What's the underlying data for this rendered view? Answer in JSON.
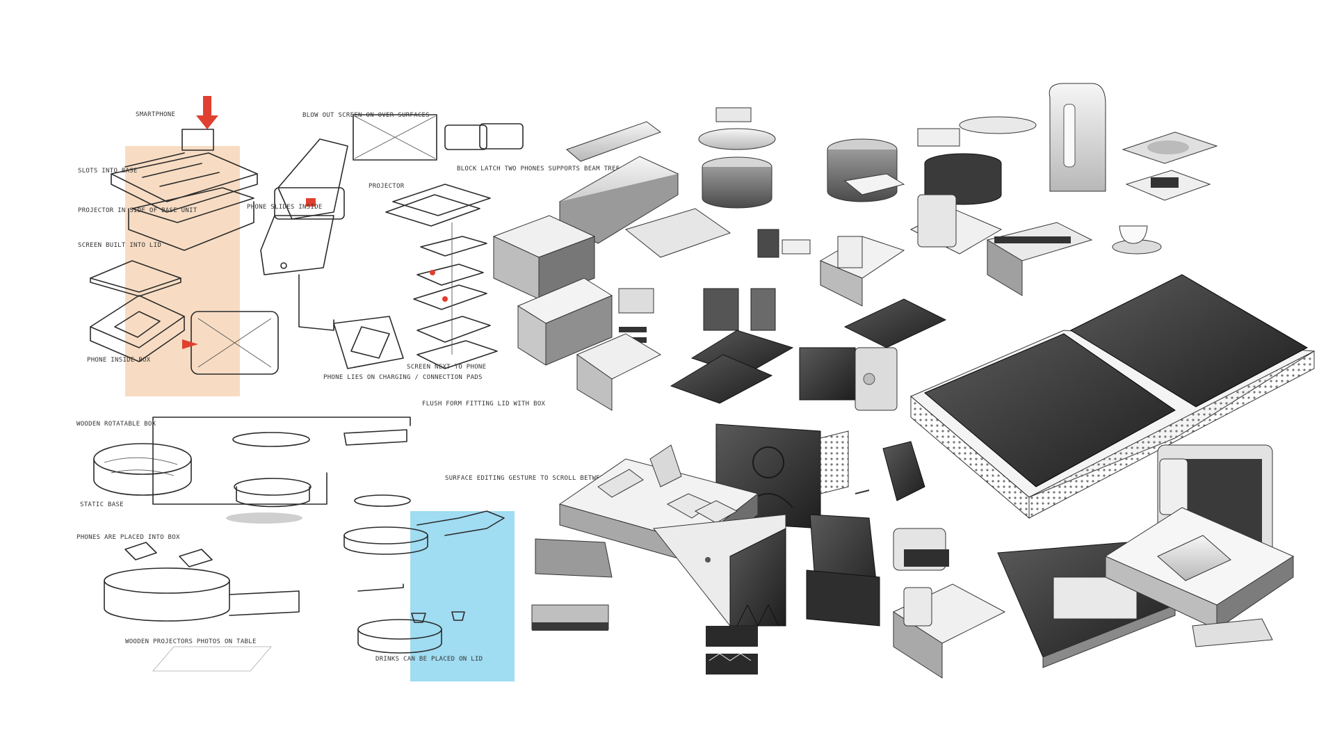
{
  "notes": {
    "smartphone": "SMARTPHONE",
    "slots_into_base": "SLOTS INTO BASE",
    "projector_in_side": "PROJECTOR IN SIDE OF BASE UNIT",
    "screen_built_into_lid": "SCREEN BUILT INTO LID",
    "phone_inside_box": "PHONE INSIDE BOX",
    "blow_out_screen": "BLOW OUT SCREEN ON OVER SURFACES",
    "projector": "PROJECTOR",
    "phone_slides_inside": "PHONE SLIDES INSIDE",
    "block_latch": "BLOCK LATCH TWO PHONES SUPPORTS BEAM TREE",
    "phone_lies_on_charging": "PHONE LIES ON CHARGING / CONNECTION PADS",
    "screen_next_to_phone": "SCREEN NEXT TO PHONE",
    "wooden_rotatable_box": "WOODEN ROTATABLE BOX",
    "static_base": "STATIC BASE",
    "flush_form_fitting_lid": "FLUSH FORM FITTING LID WITH BOX",
    "phones_placed_into_box": "PHONES ARE PLACED INTO BOX",
    "wooden_projects_photos": "WOODEN PROJECTORS PHOTOS ON TABLE",
    "surface_editing": "SURFACE EDITING GESTURE TO SCROLL BETWEEN PHOTOS",
    "drinks_placed_on_lid": "DRINKS CAN BE PLACED ON LID"
  },
  "colors": {
    "paper": "#ffffff",
    "ink": "#2a2a2a",
    "marker_orange": "#f6d6b8",
    "marker_blue": "#8fd6f0",
    "arrow_red": "#e0402f",
    "render_dark": "#3a3a3a",
    "render_mid": "#8c8c8c",
    "render_light": "#e4e4e4"
  },
  "icons": {
    "down_arrow": "red-down-arrow-icon",
    "phone": "smartphone-icon",
    "cup": "teacup-icon"
  }
}
